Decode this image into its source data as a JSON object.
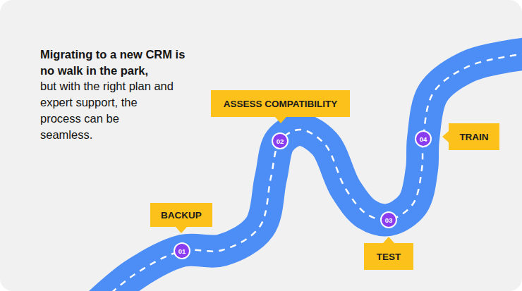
{
  "diagram": {
    "nodes": [
      {
        "text": [
          "BACKUP"
        ]
      },
      {
        "text": [
          "01"
        ]
      },
      {
        "text": [
          "ASSESS COMPATIBILITY"
        ]
      },
      {
        "text": [
          "02"
        ]
      },
      {
        "text": [
          "TEST"
        ]
      },
      {
        "text": [
          "03"
        ]
      },
      {
        "text": [
          "TRAIN"
        ]
      },
      {
        "text": [
          "04"
        ]
      }
    ],
    "labels": [
      "Migrating to a new CRM is no walk in the park,",
      "but with the right plan and expert support, the process can be seamless."
    ]
  }
}
